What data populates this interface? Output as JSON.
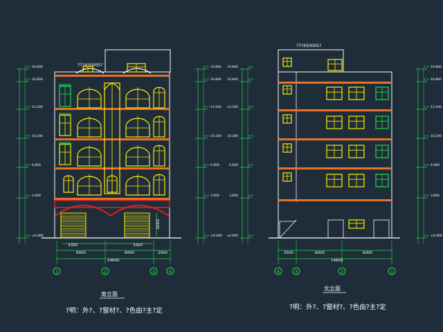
{
  "colors": {
    "background": "#1f2d3a",
    "wall_line": "#ffffff",
    "floor_band": "#e8722a",
    "window": "#ffee00",
    "arch_window": "#ffee00",
    "window_green": "#22dd44",
    "arcade_red": "#e02020",
    "shutter": "#ffee00",
    "dimension": "#22dd44",
    "axis_circle": "#22dd44",
    "text": "#ffffff",
    "level_text": "#ffffff"
  },
  "south_elevation": {
    "title": "南立面",
    "roof_note": "?7?450005?",
    "note": "?明：外?、?窗材?、?色由?主?定",
    "axis_labels": [
      "1",
      "2",
      "3",
      "4"
    ],
    "dim_row1": [
      "3300",
      "3300"
    ],
    "dim_row2": [
      "6000",
      "6000",
      "2500"
    ],
    "dim_total": "14600",
    "door_height": "3000"
  },
  "north_elevation": {
    "title": "北立面",
    "roof_note": "?7?450005?",
    "note": "?明：外?、?窗材?、?色由?主?定",
    "axis_labels": [
      "4",
      "3",
      "2",
      "1"
    ],
    "dim_row": [
      "2500",
      "6000",
      "6000"
    ],
    "dim_total": "14600"
  },
  "left_levels": [
    "±0.000",
    "3.600",
    "6.900",
    "10.200",
    "13.500",
    "16.800",
    "19.800"
  ],
  "mid_levels": [
    "±0.000",
    "3.600",
    "6.900",
    "10.200",
    "13.500",
    "16.800",
    "19.800"
  ],
  "right_levels": [
    "±0.000",
    "3.600",
    "6.900",
    "10.200",
    "13.500",
    "16.800",
    "19.800"
  ]
}
